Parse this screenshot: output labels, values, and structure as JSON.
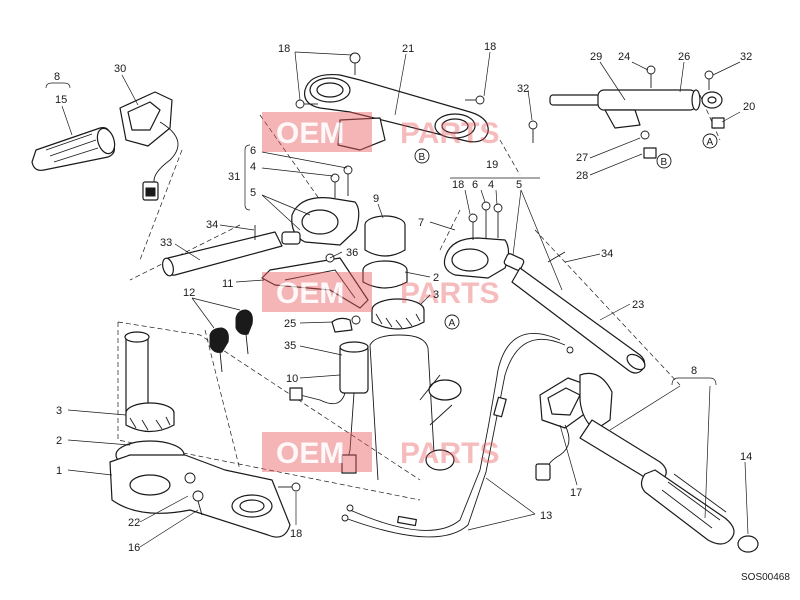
{
  "drawing_code": "SOS00468",
  "watermark": {
    "left": "OEM",
    "right": "PARTS",
    "colors": {
      "fill": "#e8585a"
    }
  },
  "callouts": {
    "c8a": "8",
    "c15": "15",
    "c30": "30",
    "c18a": "18",
    "c21": "21",
    "c18b": "18",
    "c29": "29",
    "c24": "24",
    "c26": "26",
    "c32a": "32",
    "c20": "20",
    "c32b": "32",
    "c27": "27",
    "c28": "28",
    "c6a": "6",
    "c4a": "4",
    "c31": "31",
    "c5a": "5",
    "c9": "9",
    "c34a": "34",
    "c33": "33",
    "c19": "19",
    "c18c": "18",
    "c6b": "6",
    "c4b": "4",
    "c5b": "5",
    "c7": "7",
    "c36": "36",
    "c2a": "2",
    "c3a": "3",
    "c11": "11",
    "c34b": "34",
    "c23": "23",
    "c12": "12",
    "c25": "25",
    "c35": "35",
    "c10": "10",
    "c3b": "3",
    "c2b": "2",
    "c1": "1",
    "c22": "22",
    "c16": "16",
    "c18d": "18",
    "c8b": "8",
    "c14": "14",
    "c17": "17",
    "c13": "13"
  },
  "refs": {
    "a1": "A",
    "a2": "A",
    "b1": "B",
    "b2": "B"
  }
}
